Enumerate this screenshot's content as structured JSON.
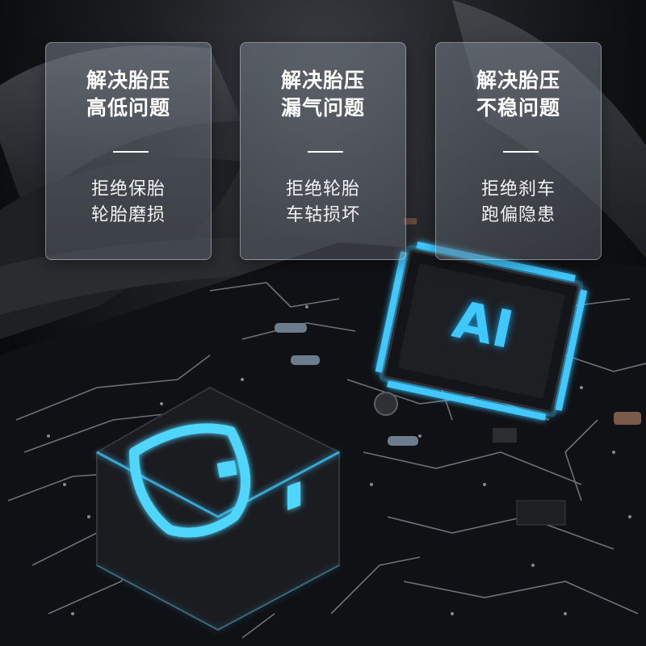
{
  "cards": [
    {
      "title_line1": "解决胎压",
      "title_line2": "高低问题",
      "desc_line1": "拒绝保胎",
      "desc_line2": "轮胎磨损"
    },
    {
      "title_line1": "解决胎压",
      "title_line2": "漏气问题",
      "desc_line1": "拒绝轮胎",
      "desc_line2": "车轱损坏"
    },
    {
      "title_line1": "解决胎压",
      "title_line2": "不稳问题",
      "desc_line1": "拒绝刹车",
      "desc_line2": "跑偏隐患"
    }
  ],
  "chip": {
    "label": "AI"
  },
  "colors": {
    "glow": "#3fc8ff",
    "card_bg": "#6e7680",
    "board": "#121316"
  }
}
